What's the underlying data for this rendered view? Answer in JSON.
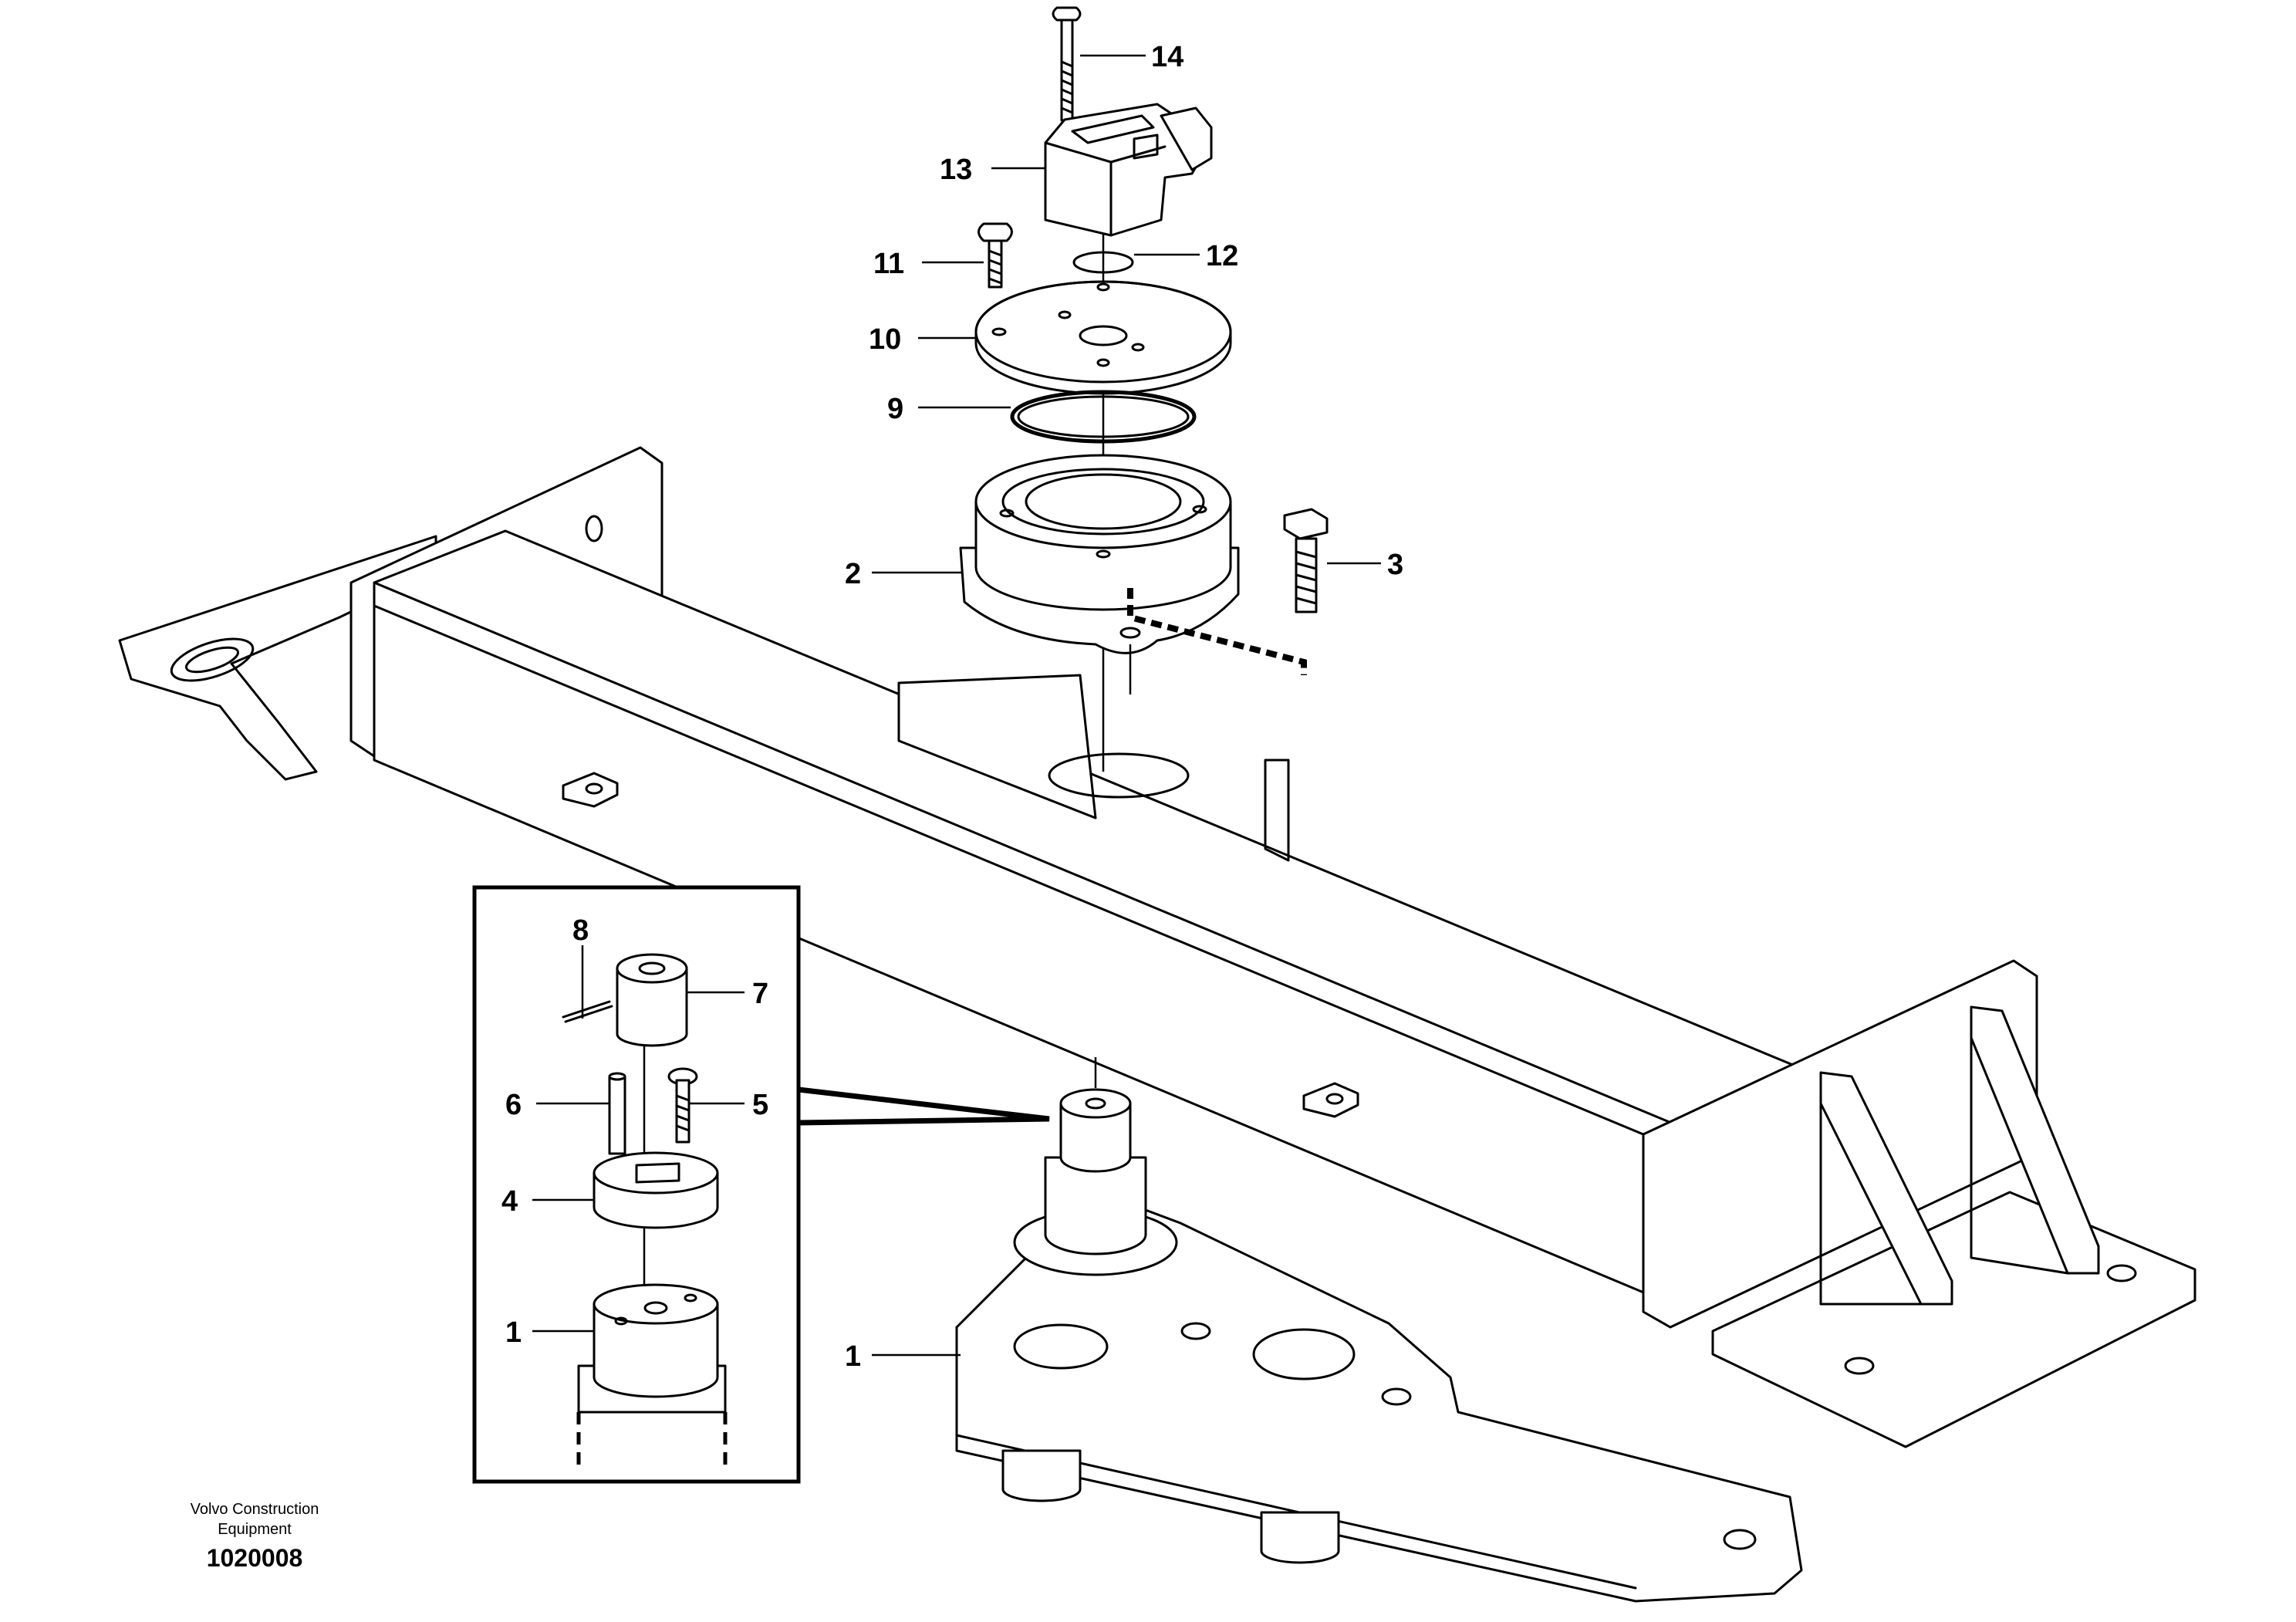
{
  "figure": {
    "manufacturer_line1": "Volvo Construction",
    "manufacturer_line2": "Equipment",
    "figure_number": "1020008"
  },
  "callouts": {
    "c14": "14",
    "c13": "13",
    "c12": "12",
    "c11": "11",
    "c10": "10",
    "c9": "9",
    "c3": "3",
    "c2": "2",
    "c1_main": "1",
    "c8": "8",
    "c7": "7",
    "c6": "6",
    "c5": "5",
    "c4": "4",
    "c1_inset": "1"
  }
}
